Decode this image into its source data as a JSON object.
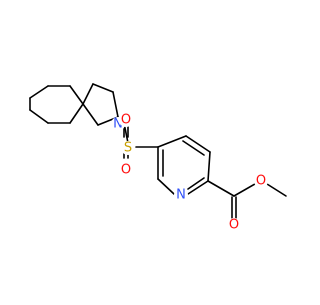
{
  "molecule": {
    "atom_labels": {
      "nitrogen_pyrrolidine": "N",
      "sulfur": "S",
      "oxygen_sulfonyl_top": "O",
      "oxygen_sulfonyl_bottom": "O",
      "nitrogen_pyridine": "N",
      "oxygen_carbonyl": "O",
      "oxygen_ester": "O"
    }
  },
  "colors": {
    "bond": "#000000",
    "nitrogen": "#3050f8",
    "oxygen": "#ff0d0d",
    "sulfur": "#c8a000",
    "background": "#ffffff"
  }
}
